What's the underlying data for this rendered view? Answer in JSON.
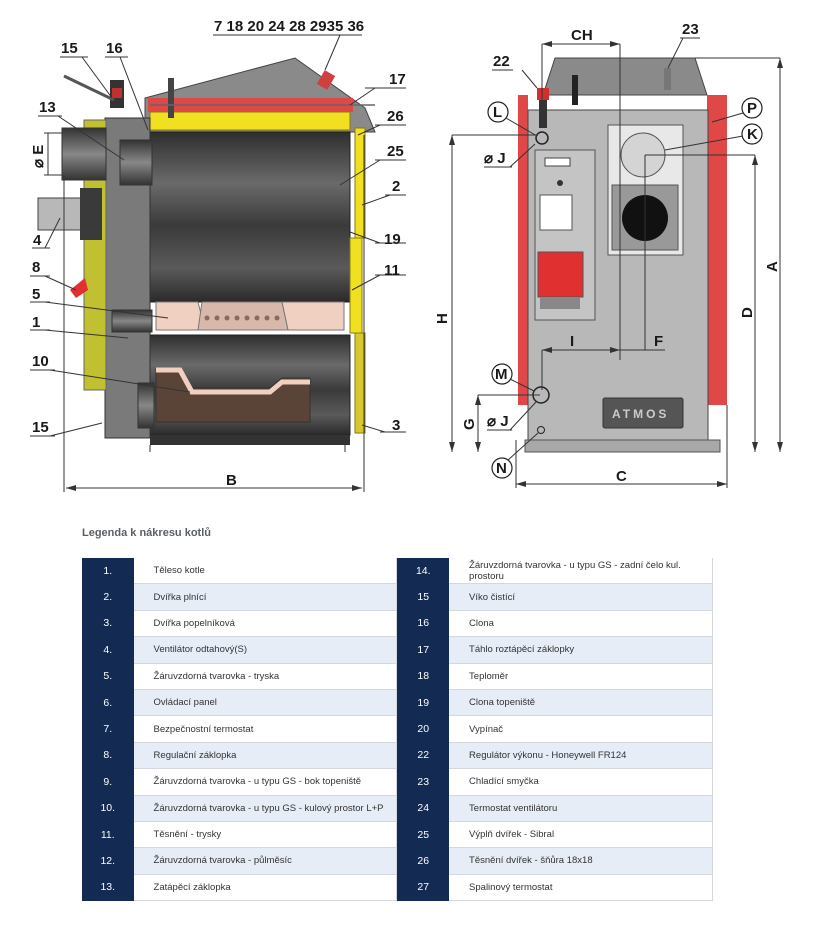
{
  "diagram": {
    "side_view_labels": {
      "top_group": "7 18 20 24 28 2935 36",
      "l15_top": "15",
      "l16": "16",
      "l13": "13",
      "phiE": "⌀ E",
      "l4": "4",
      "l8": "8",
      "l5": "5",
      "l1": "1",
      "l10": "10",
      "l15_bottom": "15",
      "l17": "17",
      "l26": "26",
      "l25": "25",
      "l2": "2",
      "l19": "19",
      "l11": "11",
      "l3": "3",
      "dimB": "B"
    },
    "rear_view_labels": {
      "dimCH": "CH",
      "l23": "23",
      "l22": "22",
      "cL": "L",
      "cP": "P",
      "cK": "K",
      "phiJ_top": "⌀ J",
      "dimH": "H",
      "dimA": "A",
      "dimD": "D",
      "dimI": "I",
      "dimF": "F",
      "cM": "M",
      "dimG": "G",
      "phiJ_bottom": "⌀ J",
      "cN": "N",
      "dimC": "C",
      "brand_plate": "ATMOS"
    },
    "colors": {
      "red_insulation": "#e04848",
      "yellow_insulation": "#f0e020",
      "steel_dark": "#4a4a4a",
      "steel_light": "#b8b8b8",
      "ceramic": "#f0d0c0"
    }
  },
  "legend": {
    "title": "Legenda k nákresu kotlů",
    "rows": [
      {
        "left_num": "1.",
        "left_text": "Těleso kotle",
        "right_num": "14.",
        "right_text": "Žáruvzdorná tvarovka - u typu GS - zadní čelo kul. prostoru"
      },
      {
        "left_num": "2.",
        "left_text": "Dvířka plnící",
        "right_num": "15",
        "right_text": "Víko čistící"
      },
      {
        "left_num": "3.",
        "left_text": "Dvířka popelníková",
        "right_num": "16",
        "right_text": "Clona"
      },
      {
        "left_num": "4.",
        "left_text": "Ventilátor odtahový(S)",
        "right_num": "17",
        "right_text": "Táhlo roztápěcí záklopky"
      },
      {
        "left_num": "5.",
        "left_text": "Žáruvzdorná tvarovka - tryska",
        "right_num": "18",
        "right_text": "Teploměr"
      },
      {
        "left_num": "6.",
        "left_text": "Ovládací panel",
        "right_num": "19",
        "right_text": "Clona topeniště"
      },
      {
        "left_num": "7.",
        "left_text": "Bezpečnostní termostat",
        "right_num": "20",
        "right_text": "Vypínač"
      },
      {
        "left_num": "8.",
        "left_text": "Regulační záklopka",
        "right_num": "22",
        "right_text": "Regulátor výkonu - Honeywell FR124"
      },
      {
        "left_num": "9.",
        "left_text": "Žáruvzdorná tvarovka - u typu GS - bok topeniště",
        "right_num": "23",
        "right_text": "Chladící smyčka"
      },
      {
        "left_num": "10.",
        "left_text": "Žáruvzdorná tvarovka - u typu GS - kulový prostor L+P",
        "right_num": "24",
        "right_text": "Termostat ventilátoru"
      },
      {
        "left_num": "11.",
        "left_text": "Těsnění - trysky",
        "right_num": "25",
        "right_text": "Výplň dvířek - Sibral"
      },
      {
        "left_num": "12.",
        "left_text": "Žáruvzdorná tvarovka - půlměsíc",
        "right_num": "26",
        "right_text": "Těsnění dvířek - šňůra 18x18"
      },
      {
        "left_num": "13.",
        "left_text": "Zatápěcí záklopka",
        "right_num": "27",
        "right_text": "Spalinový termostat"
      }
    ]
  }
}
